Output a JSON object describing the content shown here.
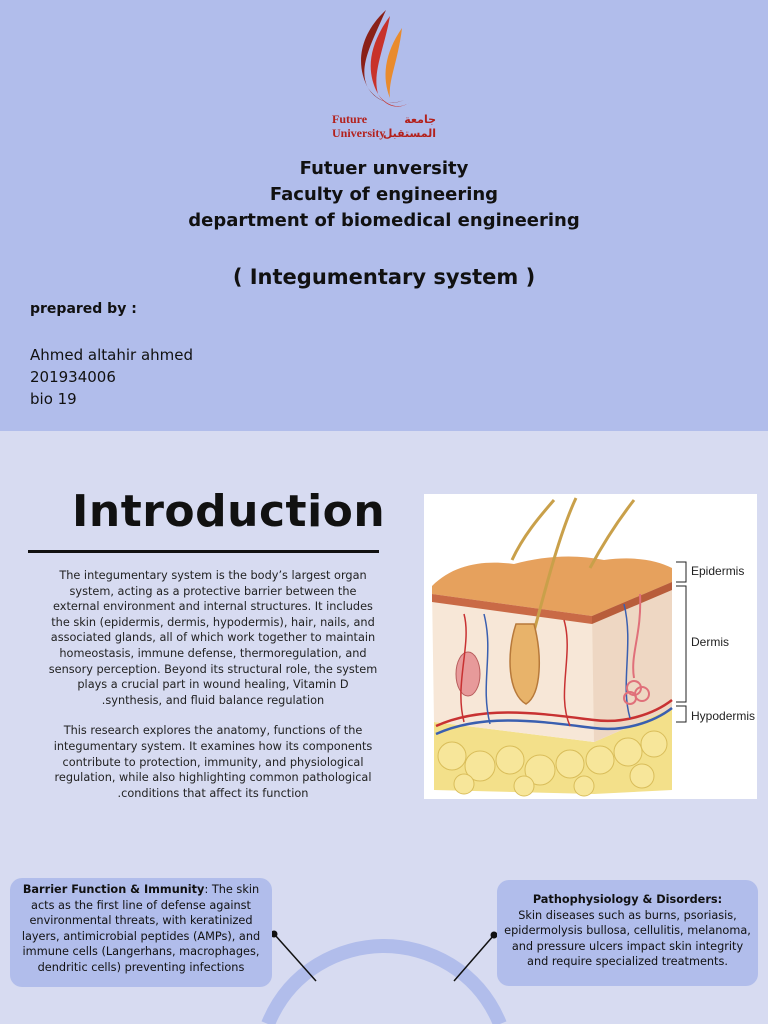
{
  "logo": {
    "text_en_line1": "Future",
    "text_en_line2": "University",
    "text_ar_line1": "جامعة",
    "text_ar_line2": "المستقبل",
    "colors": {
      "flame_red": "#c8322b",
      "flame_orange": "#e98b2d",
      "flame_dark": "#8a2017",
      "text_red": "#b3211c"
    }
  },
  "header": {
    "university": "Futuer unversity",
    "faculty": "Faculty of engineering",
    "department": "department of biomedical engineering",
    "topic": "( Integumentary system )"
  },
  "prepared": {
    "label": "prepared by :",
    "name": "Ahmed altahir ahmed",
    "id": "201934006",
    "class": "bio 19"
  },
  "intro": {
    "title": "Introduction",
    "paragraph1": "The integumentary system is the body’s largest organ system, acting as a protective barrier between the external environment and internal structures. It includes the skin (epidermis, dermis, hypodermis), hair, nails, and associated glands, all of which work together to maintain homeostasis, immune defense, thermoregulation, and sensory perception. Beyond its structural role, the system plays a crucial part in wound healing, Vitamin D .synthesis, and fluid balance regulation",
    "paragraph2": "This research explores the anatomy, functions  of the integumentary system. It examines how its components contribute to protection, immunity, and physiological regulation, while also highlighting common pathological .conditions that affect its function"
  },
  "diagram": {
    "labels": {
      "epidermis": "Epidermis",
      "dermis": "Dermis",
      "hypodermis": "Hypodermis"
    }
  },
  "cards": {
    "left": {
      "title": "Barrier Function & Immunity",
      "body": ": The skin acts as the first line of defense against environmental threats, with keratinized layers, antimicrobial peptides (AMPs), and immune cells (Langerhans, macrophages, dendritic cells) preventing infections"
    },
    "right": {
      "title": "Pathophysiology & Disorders:",
      "body": "Skin diseases such as burns, psoriasis, epidermolysis bullosa, cellulitis, melanoma, and pressure ulcers impact skin integrity and require specialized treatments."
    }
  },
  "colors": {
    "header_bg": "#b1bdeb",
    "page_bg": "#d7dbf1",
    "card_bg": "#b1bdeb",
    "arc": "#b1bdeb"
  }
}
